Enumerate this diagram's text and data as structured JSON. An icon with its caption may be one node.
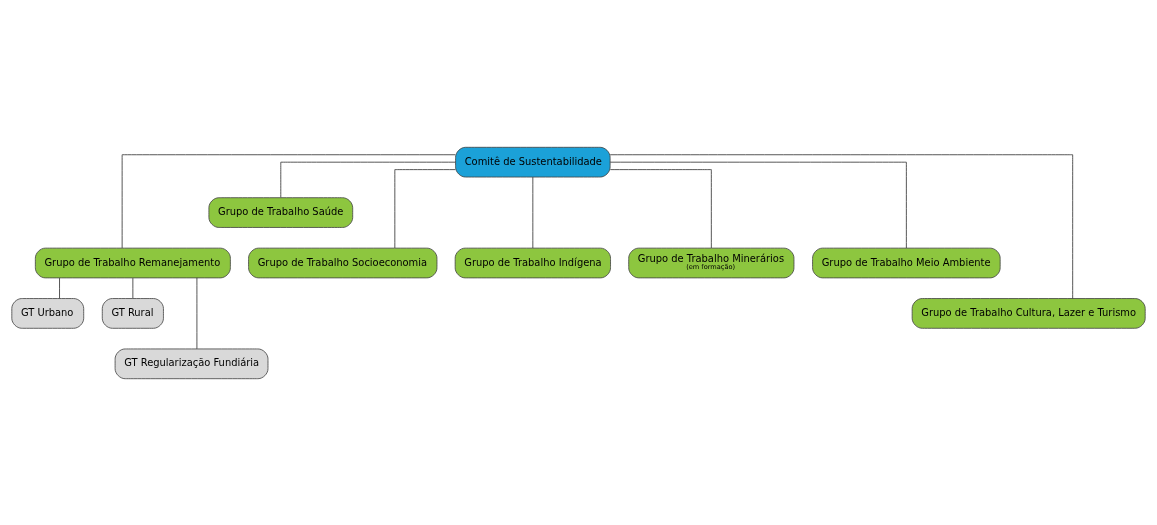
{
  "diagram": {
    "nodes": [
      {
        "text": [
          "Comitê de Sustentabilidade"
        ]
      },
      {
        "text": [
          "Grupo de Trabalho Saúde"
        ]
      },
      {
        "text": [
          "Grupo de Trabalho Remanejamento"
        ]
      },
      {
        "text": [
          "Grupo de Trabalho Socioeconomia"
        ]
      },
      {
        "text": [
          "Grupo de Trabalho Indígena"
        ]
      },
      {
        "text": [
          "Grupo de Trabalho Minerários",
          "(em formação)"
        ]
      },
      {
        "text": [
          "Grupo de Trabalho Meio Ambiente"
        ]
      },
      {
        "text": [
          "Grupo de Trabalho Cultura, Lazer e Turismo"
        ]
      },
      {
        "text": [
          "GT Urbano"
        ]
      },
      {
        "text": [
          "GT Rural"
        ]
      },
      {
        "text": [
          "GT Regularização Fundiária"
        ]
      }
    ],
    "edges": [
      {
        "from": 0,
        "to": 1,
        "arrow": "none"
      },
      {
        "from": 0,
        "to": 2,
        "arrow": "none"
      },
      {
        "from": 0,
        "to": 3,
        "arrow": "none"
      },
      {
        "from": 0,
        "to": 4,
        "arrow": "none"
      },
      {
        "from": 0,
        "to": 7,
        "arrow": "none"
      },
      {
        "from": 0,
        "to": 5,
        "arrow": "none"
      },
      {
        "from": 0,
        "to": 6,
        "arrow": "none"
      },
      {
        "from": 2,
        "to": 8,
        "arrow": "none"
      },
      {
        "from": 2,
        "to": 9,
        "arrow": "none"
      },
      {
        "from": 2,
        "to": 10,
        "arrow": "none"
      }
    ]
  }
}
